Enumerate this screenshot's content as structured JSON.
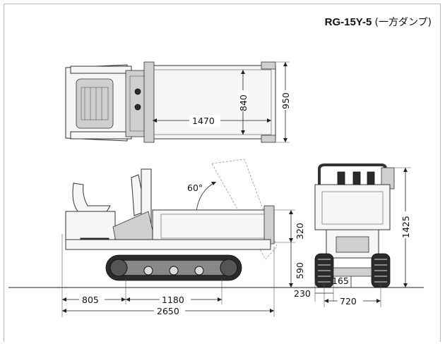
{
  "title": {
    "model": "RG-15Y-5",
    "subtitle": "(一方ダンプ)"
  },
  "dimensions": {
    "top_bed_length": "1470",
    "top_bed_inner_width": "840",
    "top_overall_width": "950",
    "dump_angle": "60°",
    "bed_height": "320",
    "deck_height": "590",
    "front_overhang": "805",
    "track_length": "1180",
    "overall_length": "2650",
    "overall_height": "1425",
    "ground_clearance": "165",
    "track_width": "230",
    "track_gauge": "720"
  }
}
